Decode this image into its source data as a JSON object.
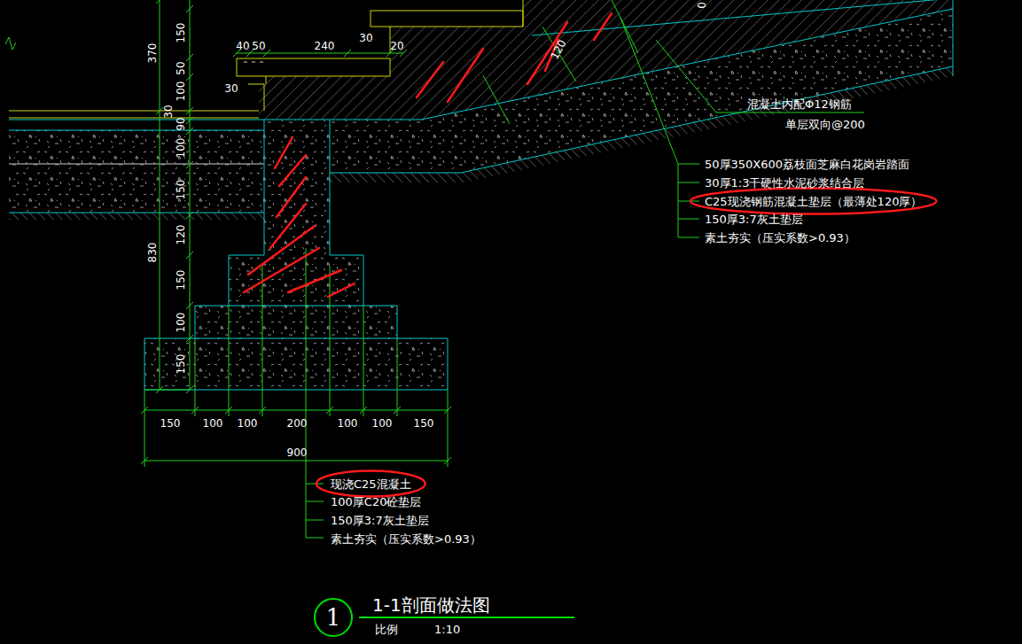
{
  "diagram": {
    "title": "1-1剖面做法图",
    "caption": "比例",
    "nodes": [
      {
        "text": [
          "1"
        ]
      }
    ],
    "labels": [
      "370",
      "830",
      "150",
      "50",
      "100",
      "30",
      "90",
      "100",
      "150",
      "120",
      "150",
      "100",
      "150",
      "40",
      "50",
      "240",
      "30",
      "20",
      "30",
      "120",
      "0",
      "150",
      "100",
      "100",
      "200",
      "100",
      "100",
      "150",
      "900",
      "混凝土内配Φ12钢筋",
      "单层双向@200",
      "50厚350X600荔枝面芝麻白花岗岩踏面",
      "30厚1:3干硬性水泥砂浆结合层",
      "C25现浇钢筋混凝土垫层（最薄处120厚）",
      "150厚3:7灰土垫层",
      "素土夯实（压实系数>0.93）",
      "现浇C25混凝土",
      "100厚C20砼垫层",
      "150厚3:7灰土垫层",
      "素土夯实（压实系数>0.93）",
      "1:10"
    ]
  }
}
